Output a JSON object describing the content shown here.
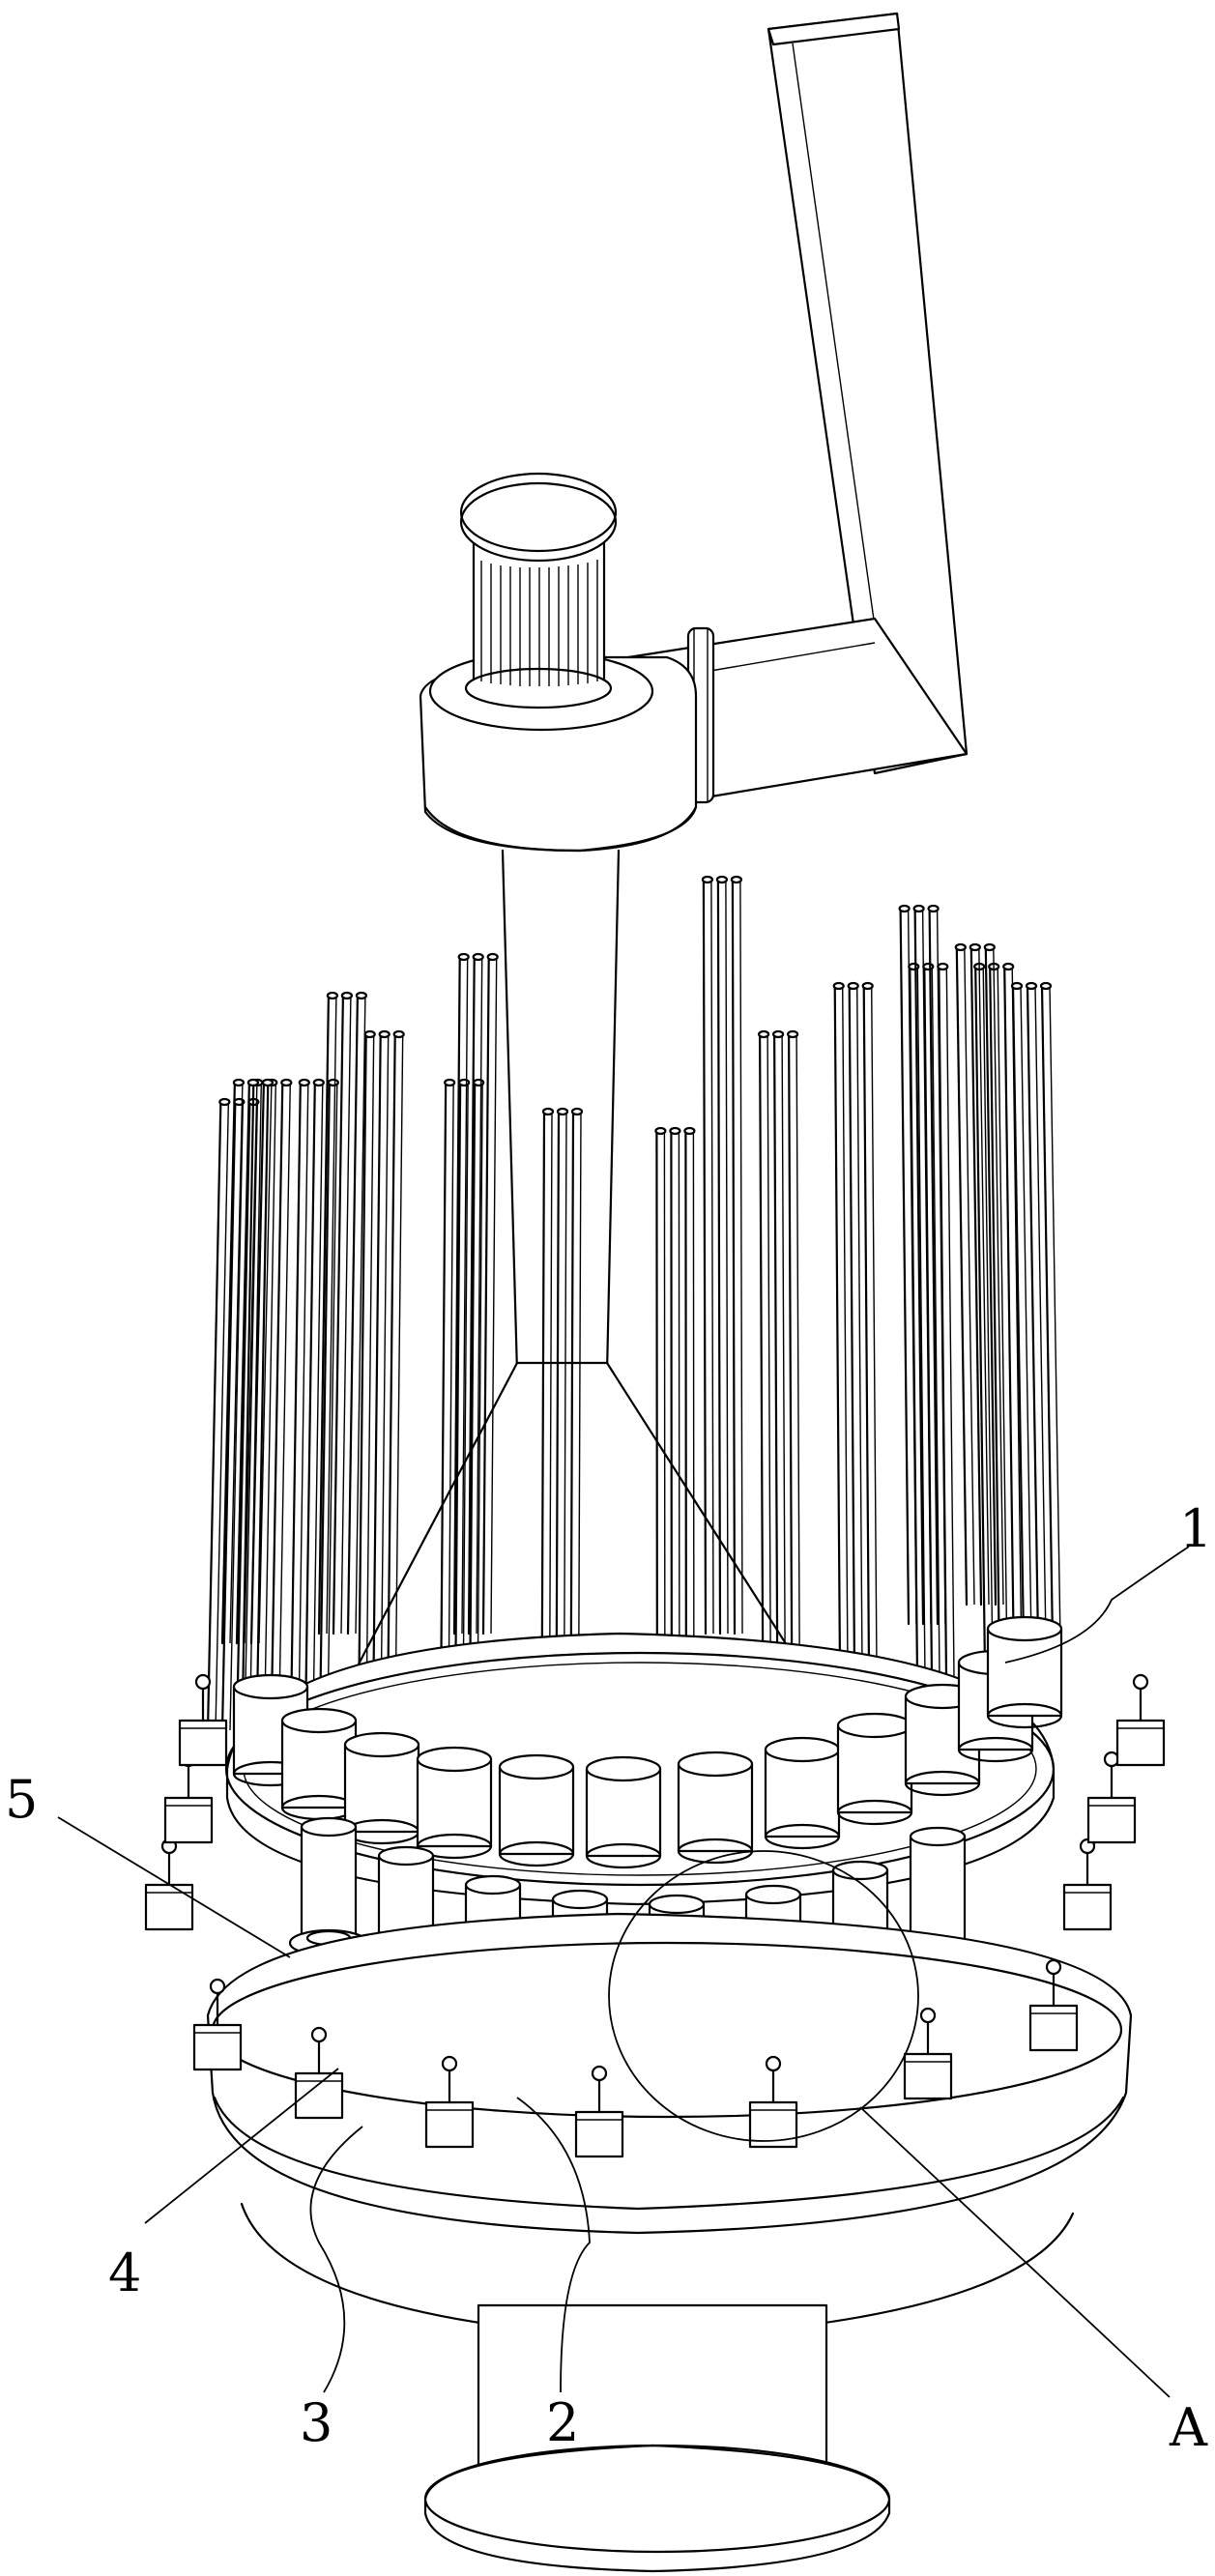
{
  "figure": {
    "callouts": [
      {
        "id": "rotating-disc",
        "text": "1"
      },
      {
        "id": "spindle-unit",
        "text": "2"
      },
      {
        "id": "base-ring",
        "text": "3"
      },
      {
        "id": "clamp-arm",
        "text": "4"
      },
      {
        "id": "drive-rod",
        "text": "5"
      },
      {
        "id": "detail-a",
        "text": "A"
      }
    ]
  }
}
